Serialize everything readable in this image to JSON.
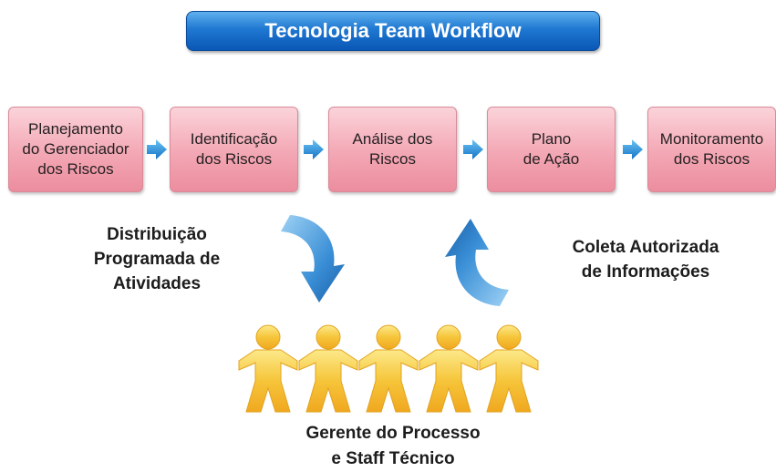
{
  "title": "Tecnologia Team Workflow",
  "steps": [
    {
      "label": "Planejamento\ndo Gerenciador\ndos Riscos"
    },
    {
      "label": "Identificação\ndos Riscos"
    },
    {
      "label": "Análise dos\nRiscos"
    },
    {
      "label": "Plano\nde Ação"
    },
    {
      "label": "Monitoramento\ndos Riscos"
    }
  ],
  "left_caption": "Distribuição\nProgramada de\nAtividades",
  "right_caption": "Coleta Autorizada\nde Informações",
  "bottom_caption": "Gerente do Processo\ne  Staff Técnico",
  "colors": {
    "title_banner": "#1f78d1",
    "step_box": "#f3a7b4",
    "flow_arrow": "#1e90d8",
    "curved_arrow": "#3a8fd6",
    "people": "#f6c53a"
  },
  "icons": [
    "right-arrow-icon",
    "curved-down-arrow-icon",
    "curved-up-arrow-icon",
    "people-chain-icon"
  ]
}
